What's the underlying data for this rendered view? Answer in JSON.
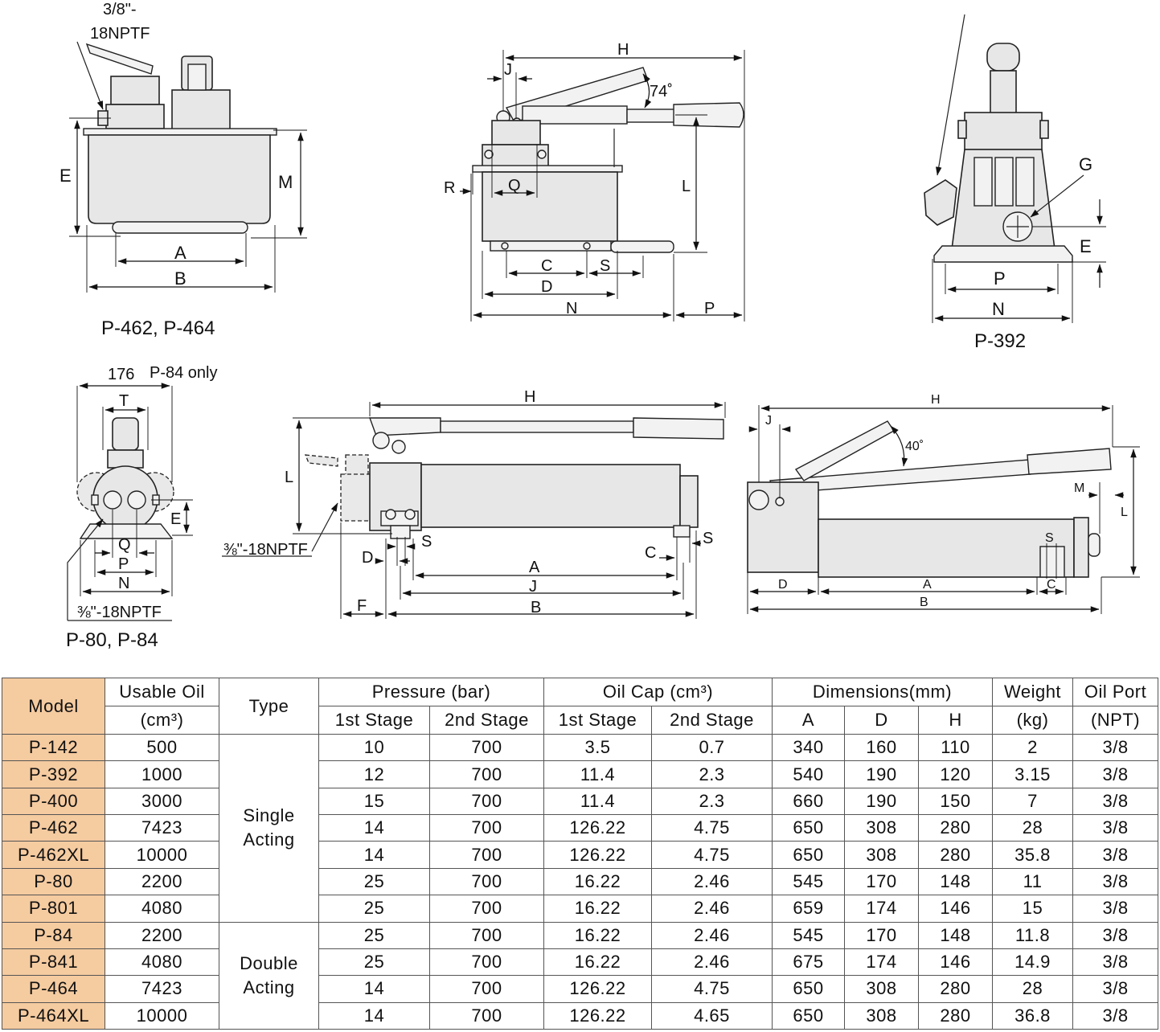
{
  "drawings": {
    "p462": {
      "caption": "P-462, P-464",
      "port_line1": "3/8\"-",
      "port_line2": "18NPTF",
      "dims": [
        "E",
        "M",
        "A",
        "B"
      ]
    },
    "side": {
      "dims": [
        "H",
        "J",
        "74˚",
        "R",
        "Q",
        "L",
        "C",
        "S",
        "D",
        "N",
        "P"
      ]
    },
    "p392": {
      "caption": "P-392",
      "dims": [
        "G",
        "E",
        "P",
        "N"
      ]
    },
    "p80": {
      "caption": "P-80,  P-84",
      "top_value": "176",
      "top_note": "P-84 only",
      "port": "⅜\"-18NPTF",
      "dims": [
        "T",
        "E",
        "Q",
        "P",
        "N"
      ]
    },
    "long_pump": {
      "port": "⅜\"-18NPTF",
      "dims": [
        "H",
        "L",
        "S",
        "S",
        "D",
        "C",
        "A",
        "J",
        "F",
        "B"
      ]
    },
    "right_pump": {
      "dims": [
        "H",
        "J",
        "40˚",
        "M",
        "L",
        "S",
        "D",
        "A",
        "C",
        "B"
      ]
    }
  },
  "table": {
    "headers": {
      "model": "Model",
      "usable_oil": "Usable Oil",
      "usable_oil_unit": "(cm³)",
      "type": "Type",
      "pressure": "Pressure (bar)",
      "oil_cap": "Oil Cap (cm³)",
      "dimensions": "Dimensions(mm)",
      "weight": "Weight",
      "weight_unit": "(kg)",
      "oil_port": "Oil Port",
      "oil_port_unit": "(NPT)",
      "first_stage": "1st Stage",
      "second_stage": "2nd Stage",
      "dim_a": "A",
      "dim_d": "D",
      "dim_h": "H"
    },
    "type_groups": [
      {
        "line1": "Single",
        "line2": "Acting"
      },
      {
        "line1": "Double",
        "line2": "Acting"
      }
    ],
    "rows": [
      {
        "model": "P-142",
        "oil": "500",
        "p1": "10",
        "p2": "700",
        "c1": "3.5",
        "c2": "0.7",
        "a": "340",
        "d": "160",
        "h": "110",
        "w": "2",
        "port": "3/8"
      },
      {
        "model": "P-392",
        "oil": "1000",
        "p1": "12",
        "p2": "700",
        "c1": "11.4",
        "c2": "2.3",
        "a": "540",
        "d": "190",
        "h": "120",
        "w": "3.15",
        "port": "3/8"
      },
      {
        "model": "P-400",
        "oil": "3000",
        "p1": "15",
        "p2": "700",
        "c1": "11.4",
        "c2": "2.3",
        "a": "660",
        "d": "190",
        "h": "150",
        "w": "7",
        "port": "3/8"
      },
      {
        "model": "P-462",
        "oil": "7423",
        "p1": "14",
        "p2": "700",
        "c1": "126.22",
        "c2": "4.75",
        "a": "650",
        "d": "308",
        "h": "280",
        "w": "28",
        "port": "3/8"
      },
      {
        "model": "P-462XL",
        "oil": "10000",
        "p1": "14",
        "p2": "700",
        "c1": "126.22",
        "c2": "4.75",
        "a": "650",
        "d": "308",
        "h": "280",
        "w": "35.8",
        "port": "3/8"
      },
      {
        "model": "P-80",
        "oil": "2200",
        "p1": "25",
        "p2": "700",
        "c1": "16.22",
        "c2": "2.46",
        "a": "545",
        "d": "170",
        "h": "148",
        "w": "11",
        "port": "3/8"
      },
      {
        "model": "P-801",
        "oil": "4080",
        "p1": "25",
        "p2": "700",
        "c1": "16.22",
        "c2": "2.46",
        "a": "659",
        "d": "174",
        "h": "146",
        "w": "15",
        "port": "3/8"
      },
      {
        "model": "P-84",
        "oil": "2200",
        "p1": "25",
        "p2": "700",
        "c1": "16.22",
        "c2": "2.46",
        "a": "545",
        "d": "170",
        "h": "148",
        "w": "11.8",
        "port": "3/8"
      },
      {
        "model": "P-841",
        "oil": "4080",
        "p1": "25",
        "p2": "700",
        "c1": "16.22",
        "c2": "2.46",
        "a": "675",
        "d": "174",
        "h": "146",
        "w": "14.9",
        "port": "3/8"
      },
      {
        "model": "P-464",
        "oil": "7423",
        "p1": "14",
        "p2": "700",
        "c1": "126.22",
        "c2": "4.75",
        "a": "650",
        "d": "308",
        "h": "280",
        "w": "28",
        "port": "3/8"
      },
      {
        "model": "P-464XL",
        "oil": "10000",
        "p1": "14",
        "p2": "700",
        "c1": "126.22",
        "c2": "4.65",
        "a": "650",
        "d": "308",
        "h": "280",
        "w": "36.8",
        "port": "3/8"
      }
    ],
    "colors": {
      "model_fill": "#f5cba0",
      "grid": "#555555"
    }
  }
}
